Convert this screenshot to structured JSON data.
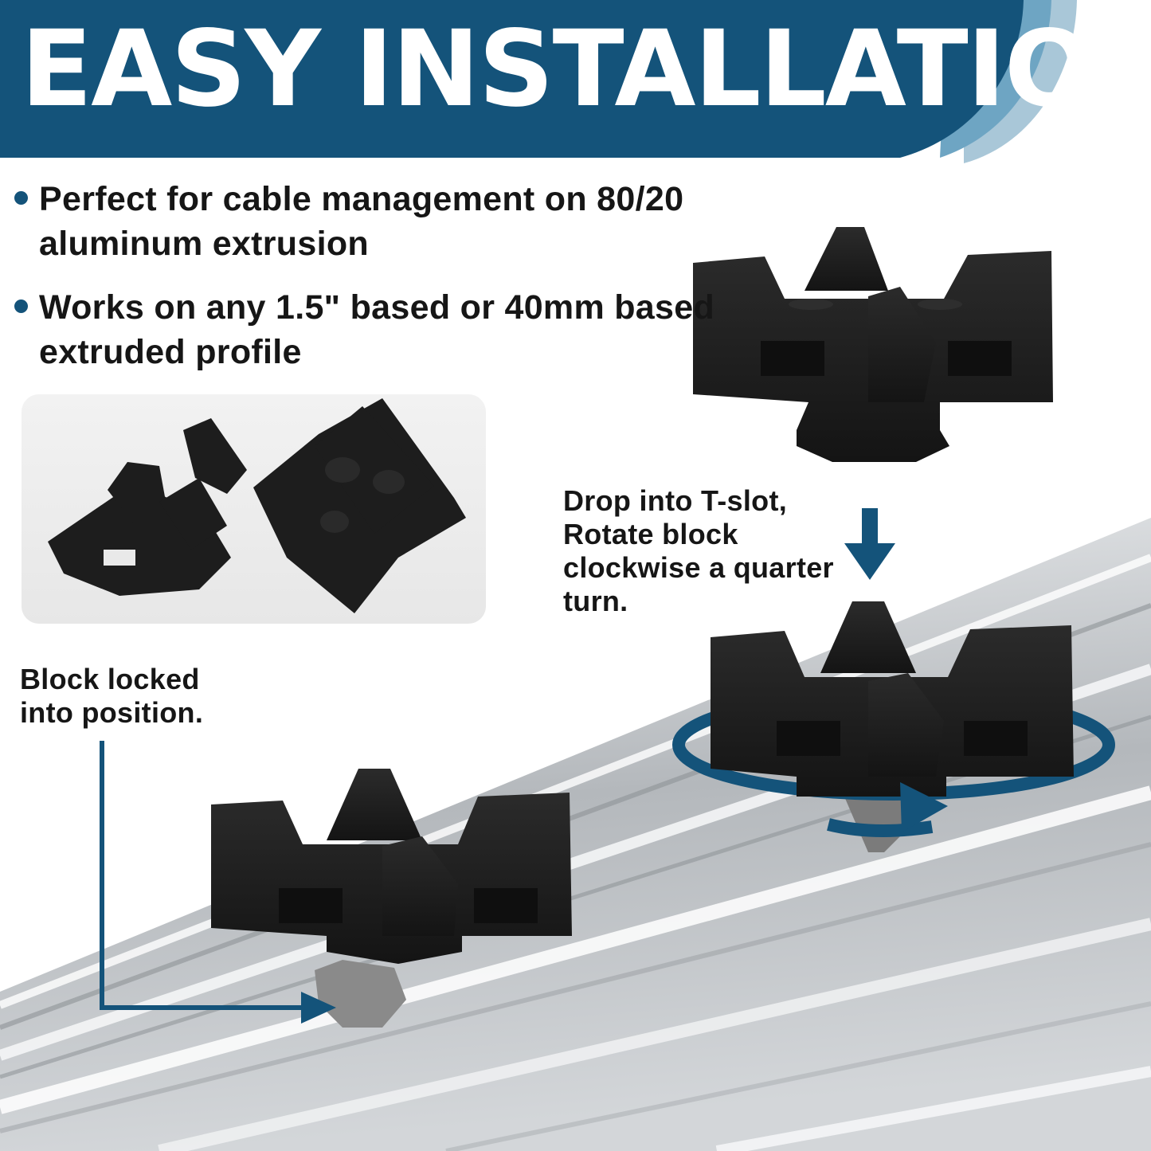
{
  "header": {
    "title": "EASY INSTALLATION"
  },
  "features": [
    {
      "text": "Perfect for cable management on 80/20 aluminum extrusion"
    },
    {
      "text": "Works on any 1.5\" based or 40mm based extruded profile"
    }
  ],
  "steps": {
    "drop_caption": "Drop into T-slot, Rotate block clockwise a quarter turn.",
    "locked_caption": "Block locked into position."
  },
  "colors": {
    "banner": "#14537a",
    "accent_light": "#6ea5c3",
    "arrow": "#14537a",
    "block": "#1c1c1c",
    "rail": "#b8bcc0"
  },
  "icons": [
    "down-arrow-icon",
    "rotate-clockwise-arrow-icon",
    "elbow-arrow-icon",
    "bullet-dot-icon"
  ]
}
